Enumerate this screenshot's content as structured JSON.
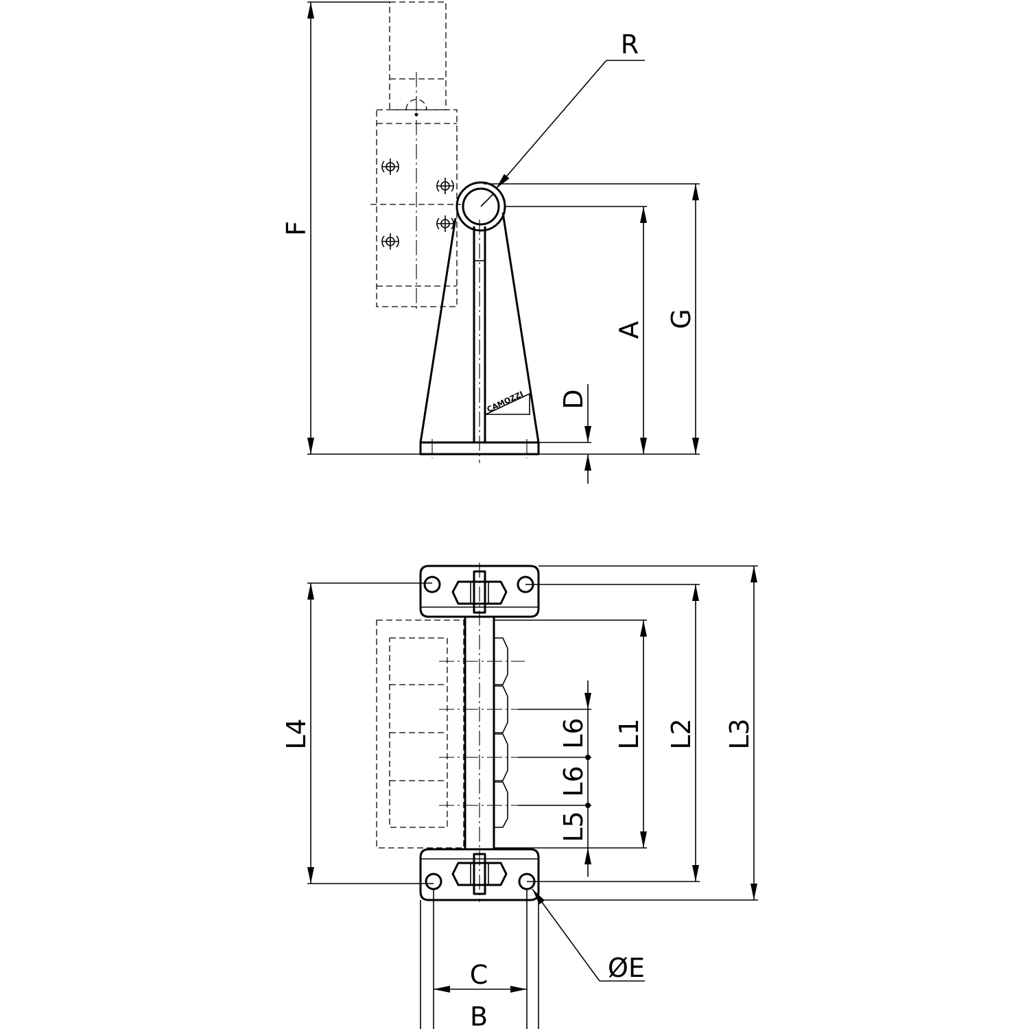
{
  "brand": "CAMOZZI",
  "side_view": {
    "labels": {
      "R": "R",
      "F": "F",
      "A": "A",
      "G": "G",
      "D": "D"
    }
  },
  "top_view": {
    "labels": {
      "L1": "L1",
      "L2": "L2",
      "L3": "L3",
      "L4": "L4",
      "L5": "L5",
      "L6_upper": "L6",
      "L6_lower": "L6",
      "C": "C",
      "B": "B",
      "E": "ØE"
    }
  }
}
